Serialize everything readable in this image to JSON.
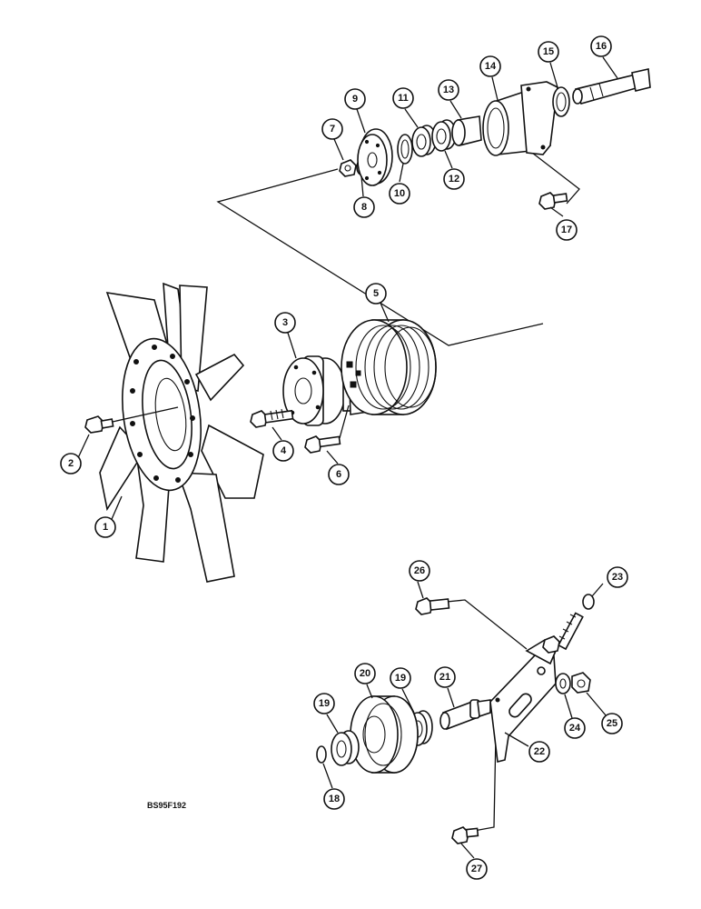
{
  "figure": {
    "reference_code": "BS95F192",
    "callouts": [
      "1",
      "2",
      "3",
      "4",
      "5",
      "6",
      "7",
      "8",
      "9",
      "10",
      "11",
      "12",
      "13",
      "14",
      "15",
      "16",
      "17",
      "18",
      "19",
      "19",
      "20",
      "21",
      "22",
      "23",
      "24",
      "25",
      "26",
      "27"
    ]
  },
  "parts": {
    "fan": "fan-blade-assembly",
    "spacer": "fan-spacer-hub",
    "pulley_hub": "water-pump-pulley-hub",
    "housing": "pump-housing",
    "shaft": "shaft",
    "idler_pulley": "idler-pulley",
    "bracket": "idler-bracket"
  }
}
